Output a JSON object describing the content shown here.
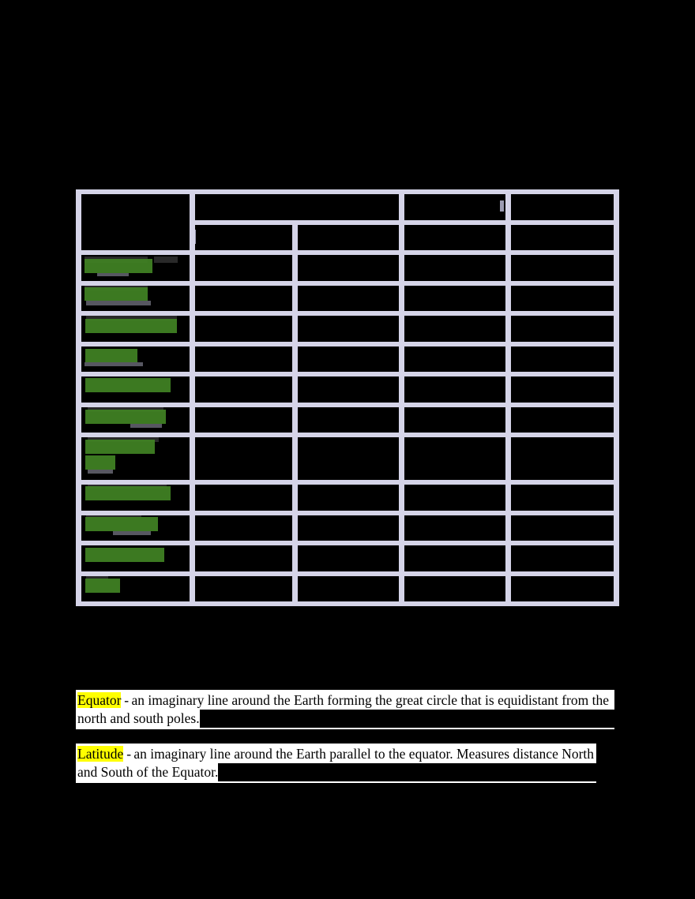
{
  "page": {
    "background_color": "#000000",
    "redaction_color": "#000000",
    "table_border_color": "#d5d4e8",
    "highlight_term_color": "#ffff00",
    "highlight_label_color": "#3f7f23"
  },
  "table": {
    "name": "geography-terms-table",
    "column_count": 5,
    "redacted": true,
    "header": {
      "cells": [
        {
          "label": "",
          "redacted": true,
          "span": 1
        },
        {
          "label": "",
          "redacted": true,
          "span": 2
        },
        {
          "label": "",
          "redacted": true,
          "span": 1
        },
        {
          "label": "",
          "redacted": true,
          "span": 1
        }
      ],
      "subheader_cells": [
        {
          "label": "",
          "redacted": true
        },
        {
          "label": "",
          "redacted": true
        },
        {
          "label": "",
          "redacted": true
        },
        {
          "label": "",
          "redacted": true
        }
      ]
    },
    "rows": [
      {
        "label": "",
        "redacted": true,
        "label_highlight": "#3f7f23",
        "cells": [
          "",
          "",
          "",
          ""
        ]
      },
      {
        "label": "",
        "redacted": true,
        "label_highlight": "#3f7f23",
        "cells": [
          "",
          "",
          "",
          ""
        ]
      },
      {
        "label": "",
        "redacted": true,
        "label_highlight": "#3f7f23",
        "cells": [
          "",
          "",
          "",
          ""
        ]
      },
      {
        "label": "",
        "redacted": true,
        "label_highlight": "#3f7f23",
        "cells": [
          "",
          "",
          "",
          ""
        ]
      },
      {
        "label": "",
        "redacted": true,
        "label_highlight": "#3f7f23",
        "cells": [
          "",
          "",
          "",
          ""
        ]
      },
      {
        "label": "",
        "redacted": true,
        "label_highlight": "#3f7f23",
        "cells": [
          "",
          "",
          "",
          ""
        ]
      },
      {
        "label": "",
        "redacted": true,
        "label_highlight": "#3f7f23",
        "cells": [
          "",
          "",
          "",
          ""
        ]
      },
      {
        "label": "",
        "redacted": true,
        "label_highlight": "#3f7f23",
        "cells": [
          "",
          "",
          "",
          ""
        ]
      },
      {
        "label": "",
        "redacted": true,
        "label_highlight": "#3f7f23",
        "cells": [
          "",
          "",
          "",
          ""
        ]
      },
      {
        "label": "",
        "redacted": true,
        "label_highlight": "#3f7f23",
        "cells": [
          "",
          "",
          "",
          ""
        ]
      },
      {
        "label": "",
        "redacted": true,
        "label_highlight": "#3f7f23",
        "cells": [
          "",
          "",
          "",
          ""
        ]
      }
    ]
  },
  "definitions": [
    {
      "id": "equator",
      "term": "Equator",
      "separator": " - ",
      "line1": "an imaginary line around the Earth forming the great circle that is equidistant from the",
      "line2": "north and south poles."
    },
    {
      "id": "latitude",
      "term": "Latitude",
      "separator": " - ",
      "line1": "an imaginary line around the Earth parallel to the equator. Measures distance North",
      "line2": "and South of the Equator."
    }
  ]
}
